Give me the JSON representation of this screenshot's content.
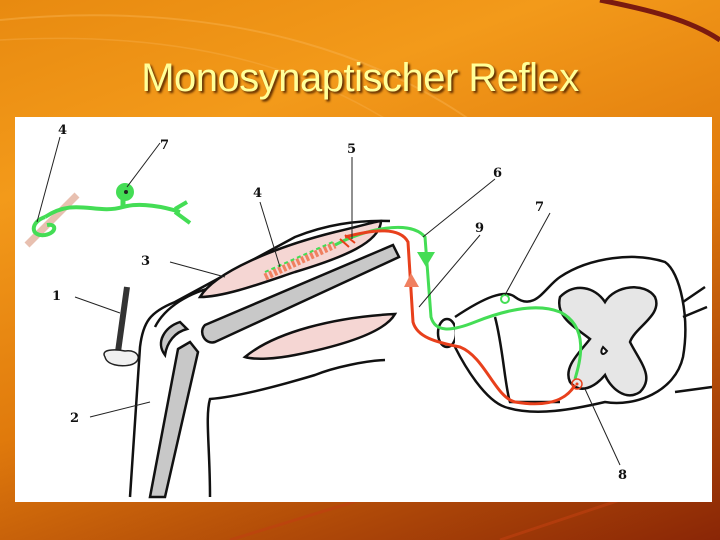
{
  "slide": {
    "title": "Monosynaptischer Reflex"
  },
  "diagram": {
    "labels": [
      {
        "id": "1",
        "text": "1"
      },
      {
        "id": "2",
        "text": "2"
      },
      {
        "id": "3",
        "text": "3"
      },
      {
        "id": "4a",
        "text": "4"
      },
      {
        "id": "4b",
        "text": "4"
      },
      {
        "id": "5",
        "text": "5"
      },
      {
        "id": "6",
        "text": "6"
      },
      {
        "id": "7a",
        "text": "7"
      },
      {
        "id": "7b",
        "text": "7"
      },
      {
        "id": "8",
        "text": "8"
      },
      {
        "id": "9",
        "text": "9"
      }
    ],
    "colors": {
      "afferent_neuron": "#44dd55",
      "efferent_neuron": "#e8401c",
      "muscle": "#f5d6d3",
      "bone": "#c8c8c8",
      "gray_matter": "#e6e6e6",
      "outline": "#111111"
    }
  }
}
